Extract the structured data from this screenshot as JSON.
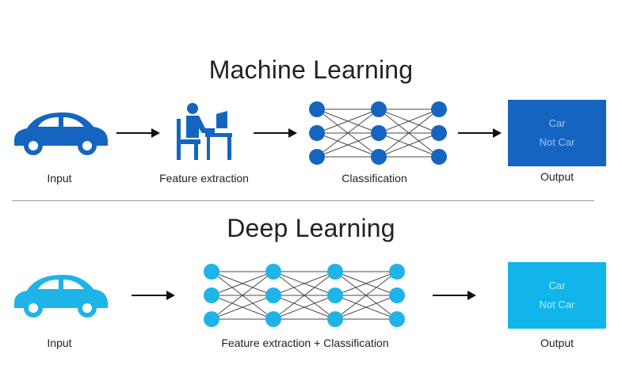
{
  "machine_learning": {
    "title": "Machine Learning",
    "labels": {
      "input": "Input",
      "feature_extraction": "Feature extraction",
      "classification": "Classification",
      "output": "Output"
    },
    "output_lines": [
      "Car",
      "Not Car"
    ],
    "color": "#1565c0"
  },
  "deep_learning": {
    "title": "Deep Learning",
    "labels": {
      "input": "Input",
      "combined": "Feature extraction + Classification",
      "output": "Output"
    },
    "output_lines": [
      "Car",
      "Not Car"
    ],
    "color": "#1eb4e8"
  },
  "icons": [
    "car-icon",
    "person-at-desk-icon",
    "neural-network-icon",
    "arrow-right-icon"
  ]
}
